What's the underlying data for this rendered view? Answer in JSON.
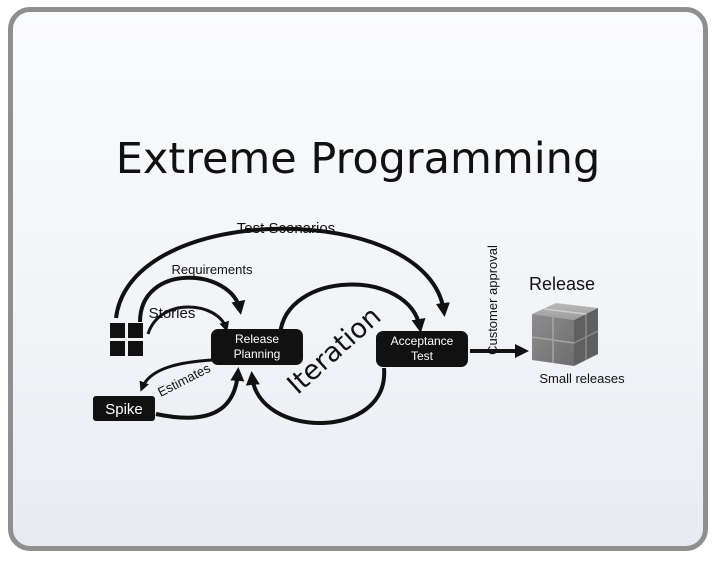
{
  "title": "Extreme Programming",
  "labels": {
    "test_scenarios": "Test Scenarios",
    "requirements": "Requirements",
    "stories": "Stories",
    "estimates": "Estimates",
    "iteration": "Iteration",
    "customer_approval": "Customer approval",
    "release": "Release",
    "small_releases": "Small releases"
  },
  "nodes": {
    "release_planning": [
      "Release",
      "Planning"
    ],
    "acceptance_test": [
      "Acceptance",
      "Test"
    ],
    "spike": "Spike"
  },
  "colors": {
    "box_fill": "#111111",
    "box_text": "#ffffff",
    "arrow": "#111111",
    "cube": "#7a7a7a",
    "frame_border": "#8f8f8f"
  }
}
